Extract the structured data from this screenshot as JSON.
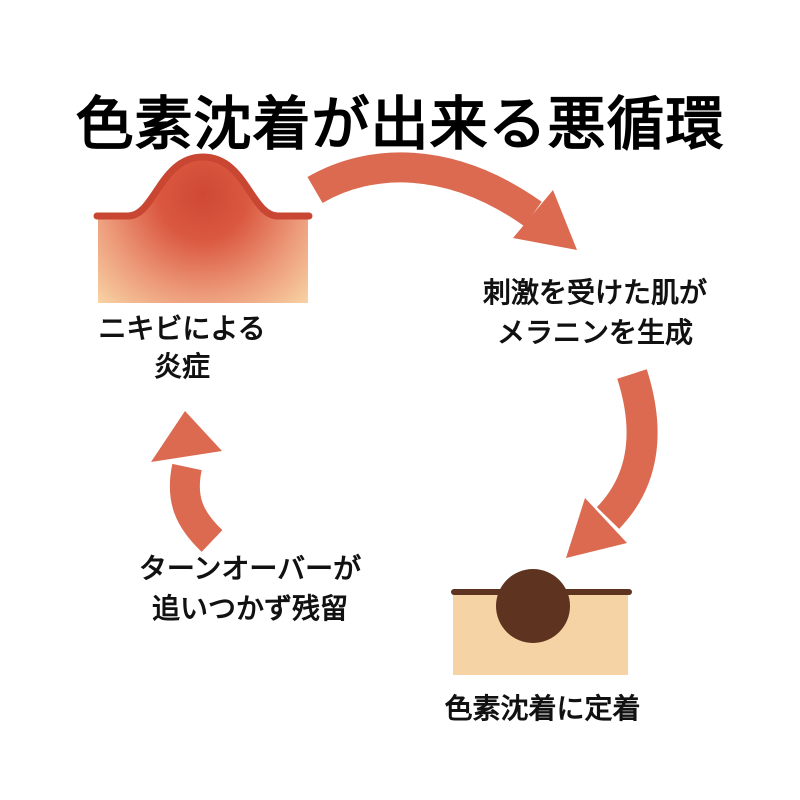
{
  "title": "色素沈着が出来る悪循環",
  "colors": {
    "background": "#FFFFFF",
    "text": "#111111",
    "arrow": "#DC6A50",
    "inflammation_outline": "#C94632",
    "bump_core": "#CF4834",
    "bump_mid": "#DA5840",
    "bump_glow": "#EC9878",
    "skin_light": "#F8D2A4",
    "skin": "#F6D3A5",
    "spot_brown": "#5E3420"
  },
  "steps": {
    "acne": {
      "line1": "ニキビによる",
      "line2": "炎症"
    },
    "melanin": {
      "line1": "刺激を受けた肌が",
      "line2": "メラニンを生成"
    },
    "turnover": {
      "line1": "ターンオーバーが",
      "line2": "追いつかず残留"
    },
    "pigment": {
      "line1": "色素沈着に定着"
    }
  }
}
